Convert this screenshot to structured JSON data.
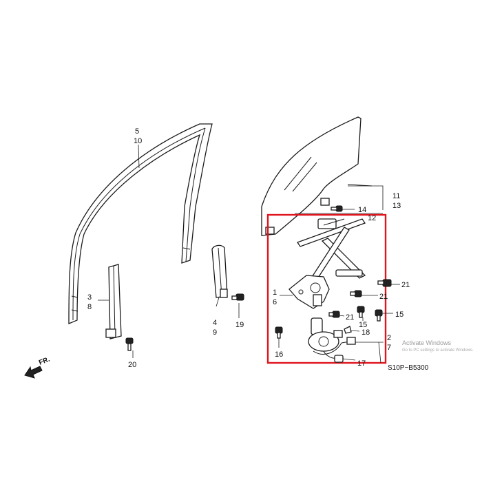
{
  "diagram": {
    "diagram_code": "S10P−B5300",
    "direction_label": "FR.",
    "labels": {
      "p5": "5",
      "p10": "10",
      "p3": "3",
      "p8": "8",
      "p20": "20",
      "p4": "4",
      "p9": "9",
      "p19": "19",
      "p11": "11",
      "p13": "13",
      "p14": "14",
      "p12": "12",
      "p1": "1",
      "p6": "6",
      "p21a": "21",
      "p21b": "21",
      "p21c": "21",
      "p15a": "15",
      "p15b": "15",
      "p16": "16",
      "p18": "18",
      "p2": "2",
      "p7": "7",
      "p17": "17"
    },
    "watermark": {
      "title": "Activate Windows",
      "subtitle": "Go to PC settings to activate Windows."
    },
    "colors": {
      "highlight_box": "#e0141e",
      "line": "#1a1a1a",
      "background": "#ffffff"
    }
  }
}
